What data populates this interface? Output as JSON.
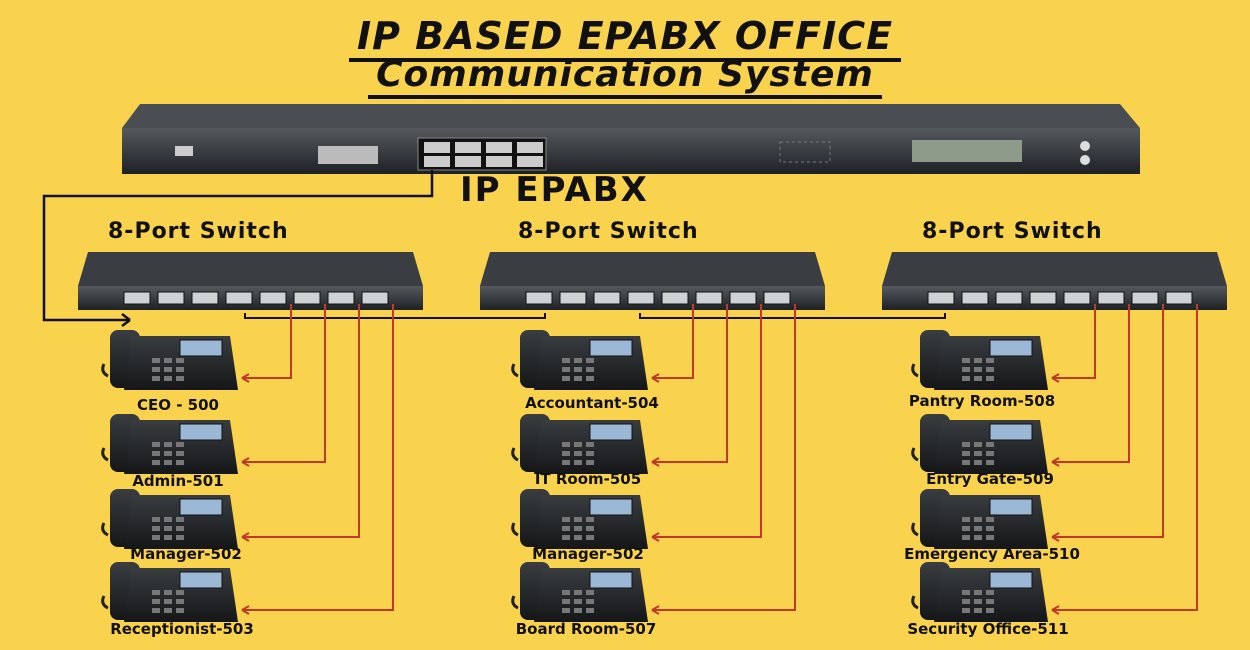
{
  "title": {
    "line1": "IP BASED EPABX OFFICE",
    "line2": "Communication System"
  },
  "epabx": {
    "label": "IP EPABX"
  },
  "switches": [
    {
      "label": "8-Port Switch"
    },
    {
      "label": "8-Port Switch"
    },
    {
      "label": "8-Port Switch"
    }
  ],
  "phones": [
    [
      "CEO - 500",
      "Admin-501",
      "Manager-502",
      "Receptionist-503"
    ],
    [
      "Accountant-504",
      "IT Room-505",
      "Manager-502",
      "Board Room-507"
    ],
    [
      "Pantry Room-508",
      "Entry Gate-509",
      "Emergency Area-510",
      "Security Office-511"
    ]
  ],
  "colors": {
    "background": "#f9d24e",
    "cable": "#c0392b",
    "device": "#2b2f33"
  }
}
